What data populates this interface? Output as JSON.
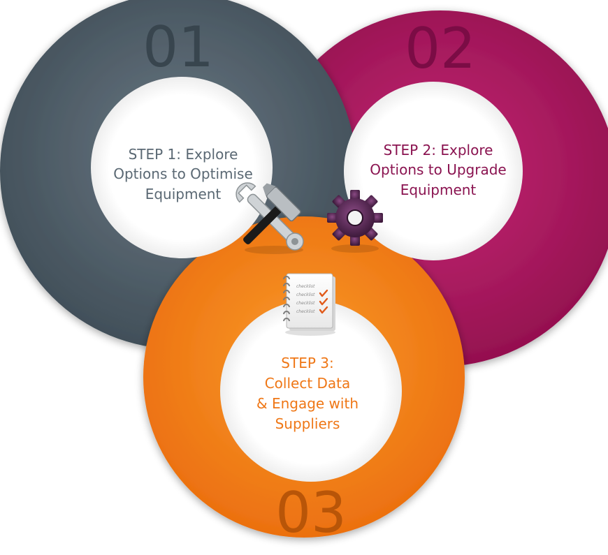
{
  "steps": [
    {
      "number": "01",
      "lines": [
        "STEP 1: Explore",
        "Options to Optimise",
        "Equipment"
      ],
      "ring_color": "#4c5b66",
      "ring_color_light": "#5e6d78",
      "number_color": "#38454e",
      "text_color": "#5a6873",
      "icon": "wrench-hammer-icon"
    },
    {
      "number": "02",
      "lines": [
        "STEP 2: Explore",
        "Options to Upgrade",
        "Equipment"
      ],
      "ring_color": "#a3115c",
      "ring_color_light": "#c0246f",
      "number_color": "#7b0c45",
      "text_color": "#8a1350",
      "icon": "gear-icon"
    },
    {
      "number": "03",
      "lines": [
        "STEP 3:",
        "Collect Data",
        "& Engage with",
        "Suppliers"
      ],
      "ring_color": "#f07a12",
      "ring_color_light": "#f6901f",
      "number_color": "#b85508",
      "text_color": "#ef7716",
      "icon": "checklist-icon"
    }
  ],
  "checklist_item_text": "checklist",
  "checkmark_color": "#e05a1a"
}
